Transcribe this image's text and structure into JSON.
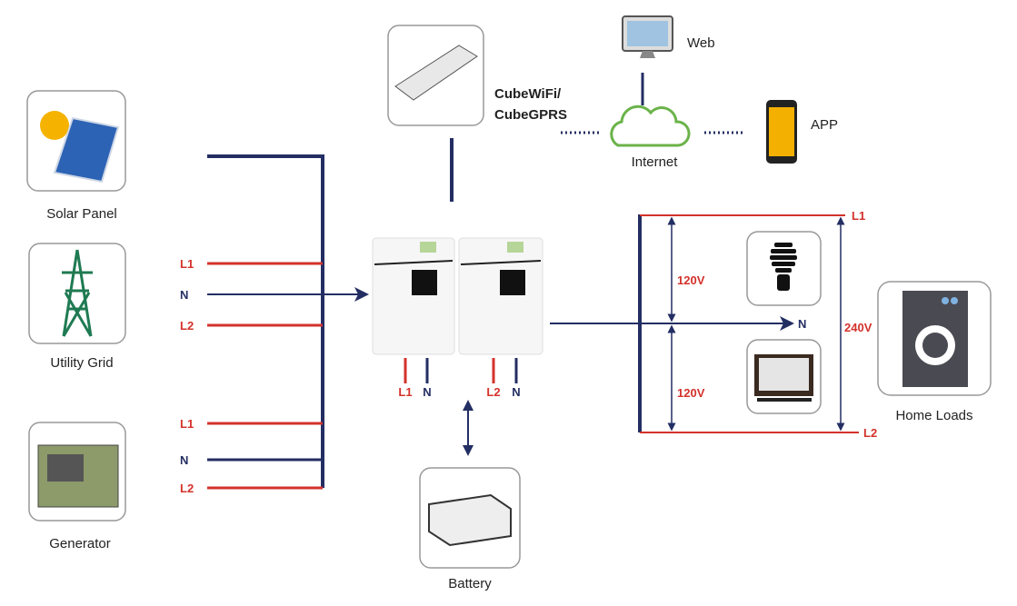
{
  "colors": {
    "neutral": "#232e63",
    "live": "#d3322b"
  },
  "sources": {
    "solar": {
      "label": "Solar Panel",
      "icon": "solar-panel-icon"
    },
    "grid": {
      "label": "Utility Grid",
      "icon": "power-tower-icon",
      "l1": "L1",
      "n": "N",
      "l2": "L2"
    },
    "generator": {
      "label": "Generator",
      "icon": "generator-icon",
      "l1": "L1",
      "n": "N",
      "l2": "L2"
    }
  },
  "monitoring": {
    "kit_line1": "CubeWiFi/",
    "kit_line2": "CubeGPRS",
    "internet": "Internet",
    "web": "Web",
    "app": "APP"
  },
  "inverters": {
    "t1": "L1",
    "t2": "N",
    "t3": "L2",
    "t4": "N"
  },
  "battery": {
    "label": "Battery"
  },
  "output": {
    "l1": "L1",
    "n": "N",
    "l2": "L2",
    "v1": "120V",
    "v2": "120V",
    "v3": "240V",
    "home": "Home Loads"
  }
}
